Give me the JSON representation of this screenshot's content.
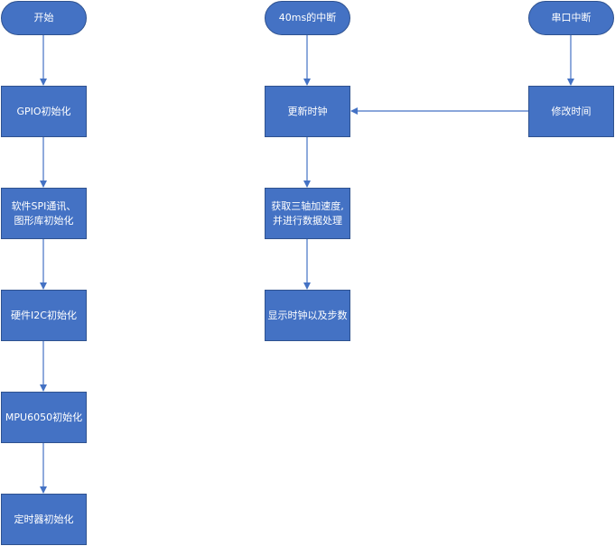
{
  "nodes": {
    "start": "开始",
    "gpio": "GPIO初始化",
    "spi": "软件SPI通讯、\n图形库初始化",
    "i2c": "硬件I2C初始化",
    "mpu": "MPU6050初始化",
    "timer": "定时器初始化",
    "int40": "40ms的中断",
    "update": "更新时钟",
    "fetch": "获取三轴加速度,\n并进行数据处理",
    "display": "显示时钟以及步数",
    "uart": "串口中断",
    "modify": "修改时间"
  },
  "colors": {
    "fill": "#4472C4",
    "border": "#2F528F",
    "line": "#4472C4"
  }
}
